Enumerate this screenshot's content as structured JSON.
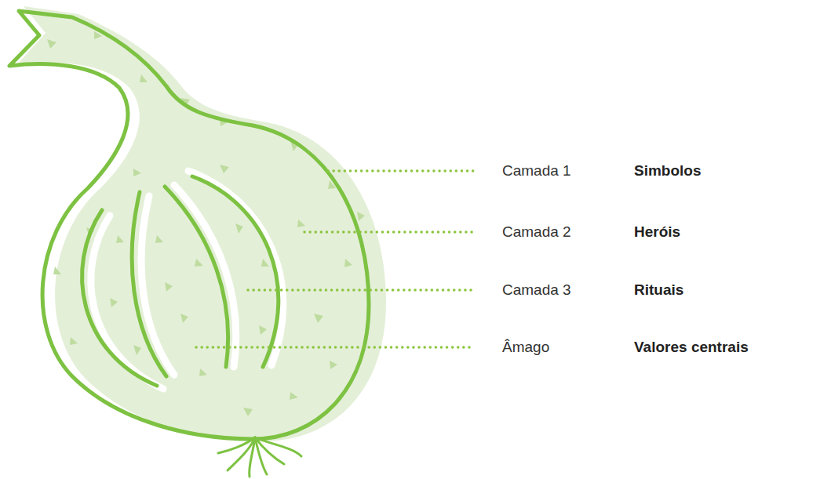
{
  "diagram": {
    "labels": [
      "Camada 1",
      "Simbolos",
      "Camada 2",
      "Heróis",
      "Camada 3",
      "Rituais",
      "Âmago",
      "Valores centrais"
    ]
  }
}
